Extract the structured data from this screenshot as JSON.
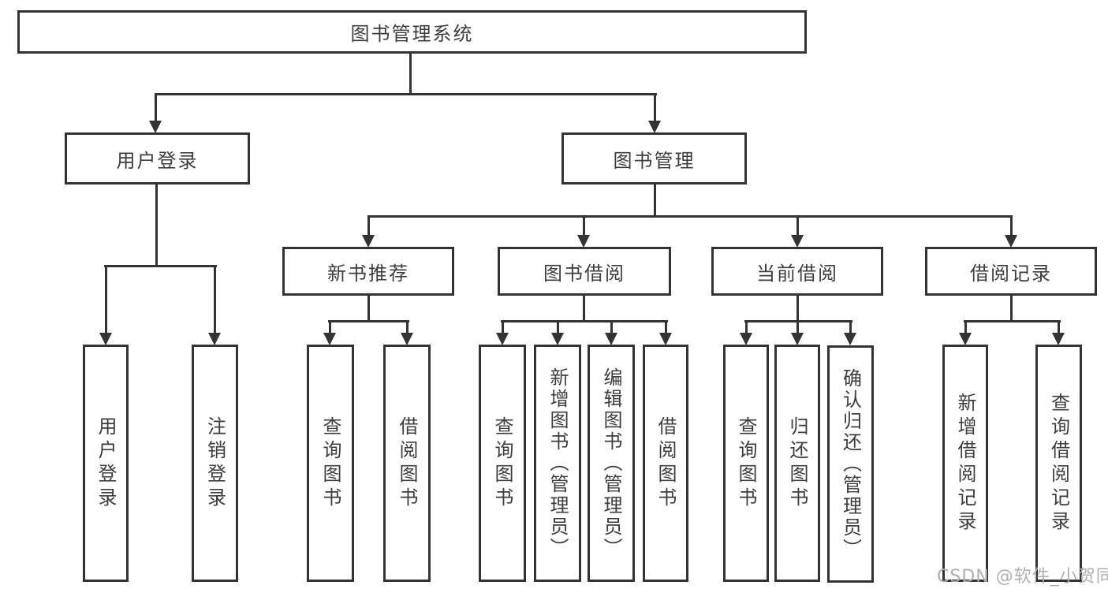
{
  "tree": {
    "root": "图书管理系统",
    "branches": [
      {
        "label": "用户登录",
        "children": [
          "用户登录",
          "注销登录"
        ]
      },
      {
        "label": "图书管理",
        "groups": [
          {
            "label": "新书推荐",
            "children": [
              "查询图书",
              "借阅图书"
            ]
          },
          {
            "label": "图书借阅",
            "children": [
              "查询图书",
              "新增图书（管理员）",
              "编辑图书（管理员）",
              "借阅图书"
            ]
          },
          {
            "label": "当前借阅",
            "children": [
              "查询图书",
              "归还图书",
              "确认归还（管理员）"
            ]
          },
          {
            "label": "借阅记录",
            "children": [
              "新增借阅记录",
              "查询借阅记录"
            ]
          }
        ]
      }
    ]
  },
  "watermark": {
    "text": "CSDN @软件_小贺同学"
  },
  "colors": {
    "line": "#333333",
    "box_border": "#333333",
    "text": "#3d3d3d",
    "watermark": "#b0b0b0",
    "background": "#ffffff"
  }
}
